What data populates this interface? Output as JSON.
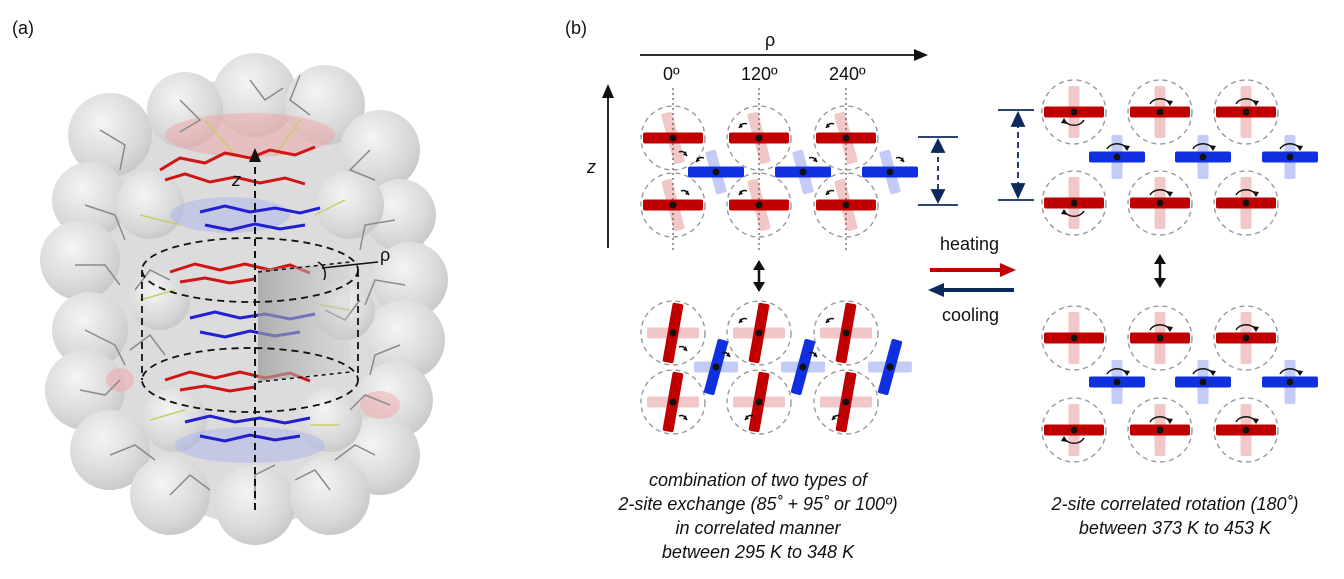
{
  "panel_a": {
    "label": "(a)",
    "z_axis_label": "z",
    "rho_label": "ρ"
  },
  "panel_b": {
    "label": "(b)",
    "rho_axis_label": "ρ",
    "z_axis_label": "z",
    "angle_ticks": [
      "0º",
      "120º",
      "240º"
    ],
    "heating_label": "heating",
    "cooling_label": "cooling",
    "left_caption": [
      "combination of two types of",
      "2-site exchange (85˚ + 95˚ or 100º)",
      "in correlated manner",
      "between 295 K to 348 K"
    ],
    "right_caption": [
      "2-site correlated rotation (180˚)",
      "between 373 K to 453 K"
    ],
    "colors": {
      "red_rotor": "#c00000",
      "blue_rotor": "#1030e0",
      "heating_arrow": "#c00000",
      "cooling_arrow": "#0d2a5c",
      "dashed_circle": "#999999"
    }
  }
}
